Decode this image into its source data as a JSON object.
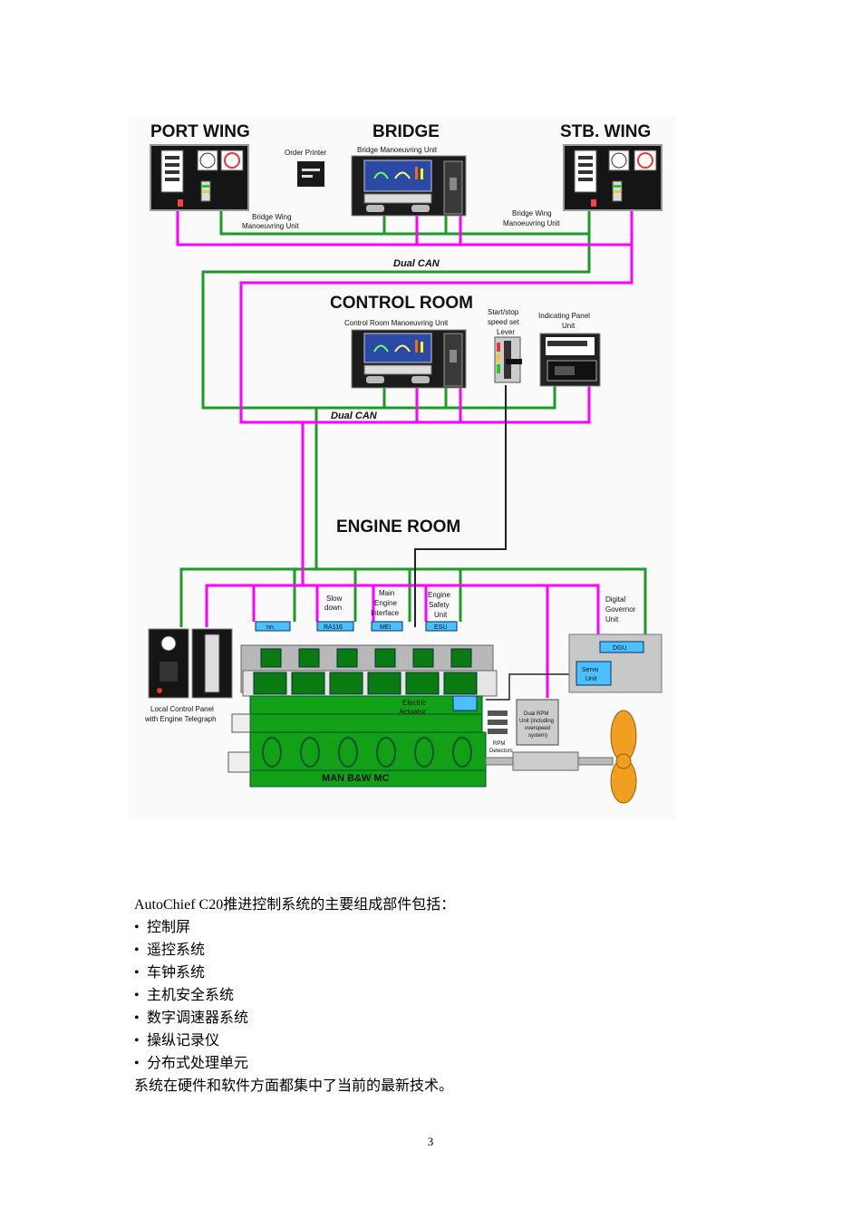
{
  "diagram": {
    "sections": {
      "port_wing": "PORT WING",
      "bridge": "BRIDGE",
      "stb_wing": "STB. WING",
      "control_room": "CONTROL ROOM",
      "engine_room": "ENGINE ROOM"
    },
    "labels": {
      "order_printer": "Order Printer",
      "bridge_unit": "Bridge Manoeuvring Unit",
      "bridge_wing_1": "Bridge Wing",
      "bridge_wing_2": "Manoeuvring Unit",
      "dual_can": "Dual CAN",
      "control_room_unit": "Control Room Manoeuvring Unit",
      "startstop_1": "Start/stop",
      "startstop_2": "speed set",
      "startstop_3": "Lever",
      "indicating_1": "Indicating Panel",
      "indicating_2": "Unit",
      "slow_1": "Slow",
      "slow_2": "down",
      "mei_1": "Main",
      "mei_2": "Engine",
      "mei_3": "Interface",
      "esu_1": "Engine",
      "esu_2": "Safety",
      "esu_3": "Unit",
      "dgu_1": "Digital",
      "dgu_2": "Governor",
      "dgu_3": "Unit",
      "box_nn": "nn.",
      "box_ra": "RA116",
      "box_mei": "MEI",
      "box_esu": "ESU",
      "box_dgu": "DGU",
      "servo_1": "Servo",
      "servo_2": "Unit",
      "local_1": "Local Control Panel",
      "local_2": "with Engine Telegraph",
      "actuator_1": "Electric",
      "actuator_2": "Actuator",
      "dual_rpm_1": "Dual RPM",
      "dual_rpm_2": "Unit (including",
      "dual_rpm_3": "overspeed",
      "dual_rpm_4": "system)",
      "rpm_1": "RPM",
      "rpm_2": "Detectors",
      "engine": "MAN B&W   MC"
    },
    "colors": {
      "green": "#1f9a2a",
      "magenta": "#ff00ff",
      "engine": "#11a016",
      "panel": "#4cbfff"
    }
  },
  "text": {
    "intro": "AutoChief C20推进控制系统的主要组成部件包括：",
    "items": [
      "控制屏",
      "遥控系统",
      "车钟系统",
      "主机安全系统",
      "数字调速器系统",
      "操纵记录仪",
      "分布式处理单元"
    ],
    "closing": "系统在硬件和软件方面都集中了当前的最新技术。",
    "page_number": "3"
  }
}
